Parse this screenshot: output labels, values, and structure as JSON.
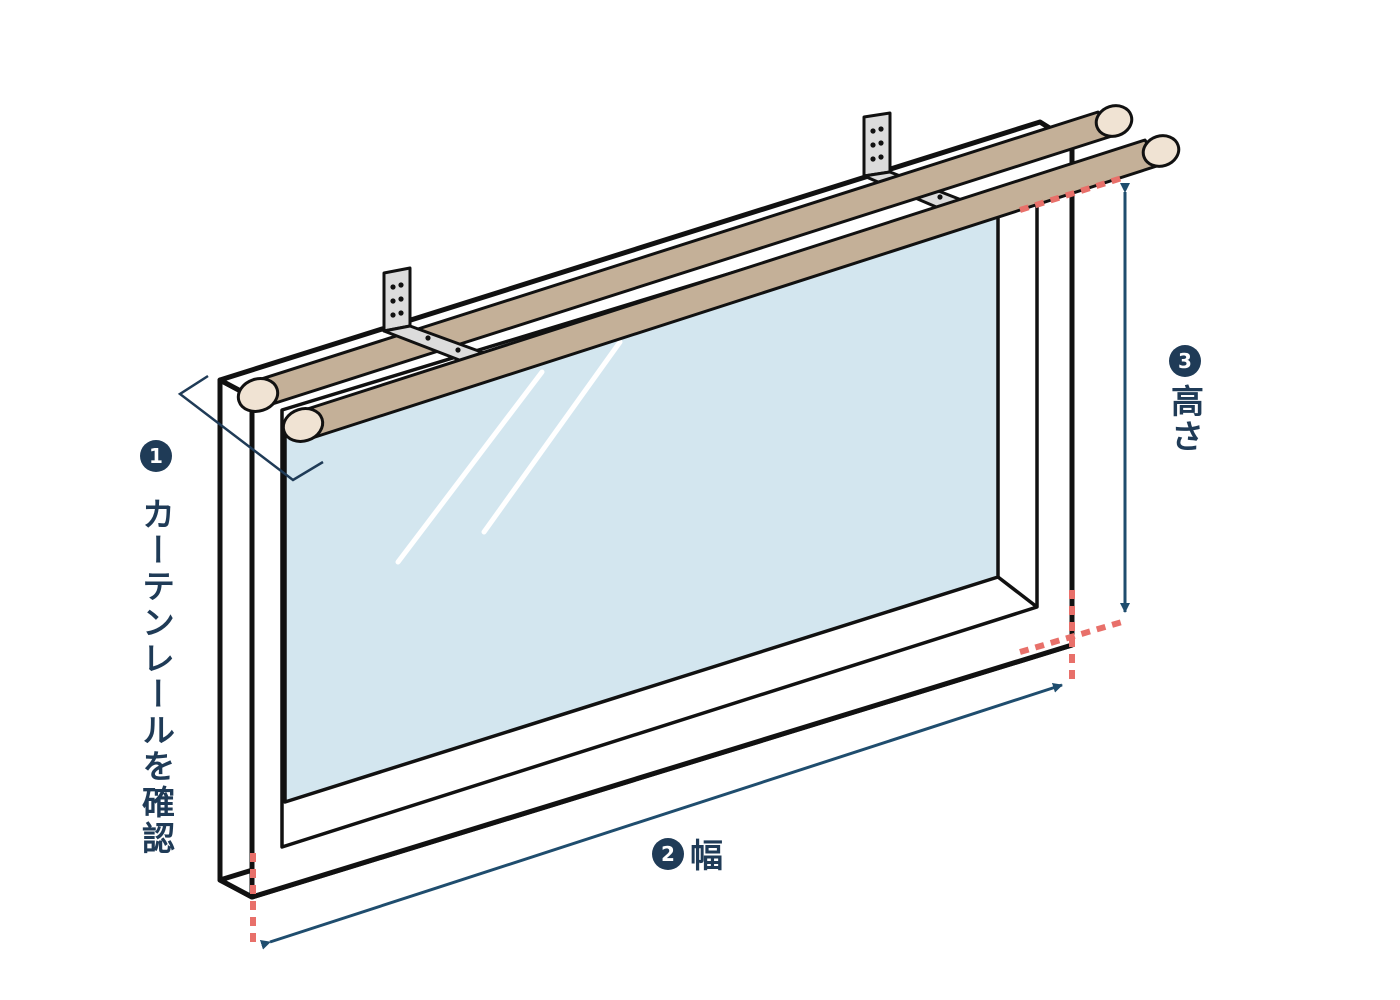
{
  "labels": {
    "rail": {
      "number": "1",
      "text": "カーテンレールを確認"
    },
    "width": {
      "number": "2",
      "text": "幅"
    },
    "height": {
      "number": "3",
      "text": "高さ"
    }
  },
  "colors": {
    "outline": "#111111",
    "frame_fill": "#ffffff",
    "glass": "#d3e6ef",
    "rod": "#c4b098",
    "rod_cap": "#f0e3d3",
    "bracket": "#dcdcdc",
    "measure_arrow": "#1f4d6e",
    "measure_guide": "#e8706a",
    "label": "#1f3b57"
  },
  "icons": [
    "window-frame-illustration",
    "curtain-rod-icon",
    "bracket-icon",
    "arrow-icon"
  ]
}
